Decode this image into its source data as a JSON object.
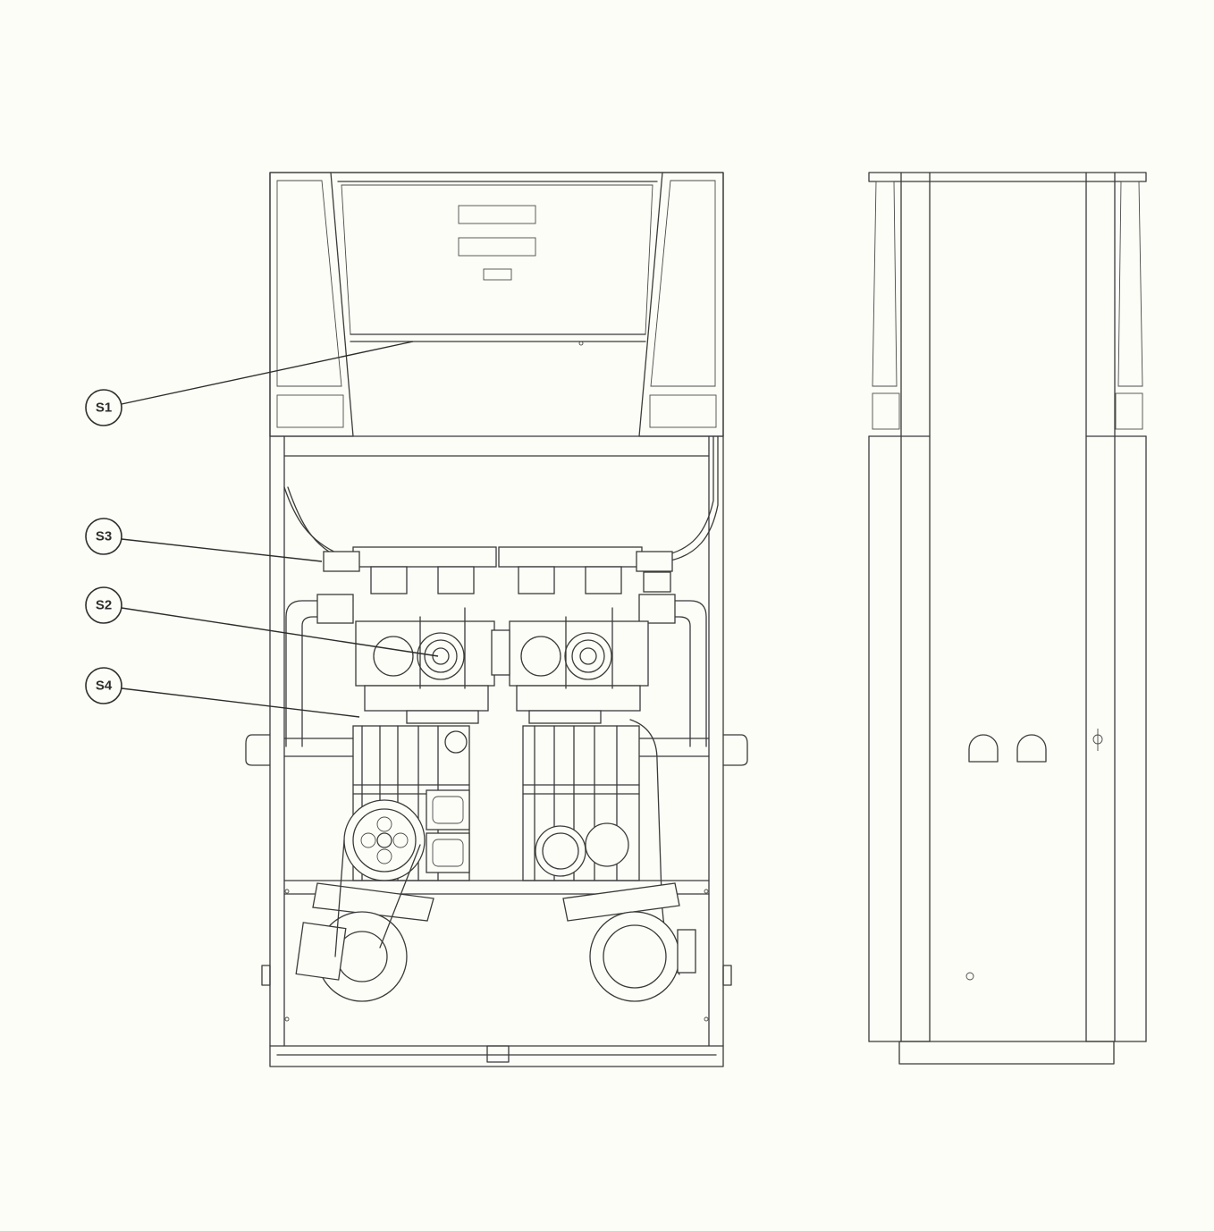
{
  "diagram": {
    "callouts": [
      {
        "id": "S1",
        "label": "S1"
      },
      {
        "id": "S3",
        "label": "S3"
      },
      {
        "id": "S2",
        "label": "S2"
      },
      {
        "id": "S4",
        "label": "S4"
      }
    ]
  },
  "colors": {
    "background": "#fdfdf7",
    "line": "#3a3a3a"
  }
}
